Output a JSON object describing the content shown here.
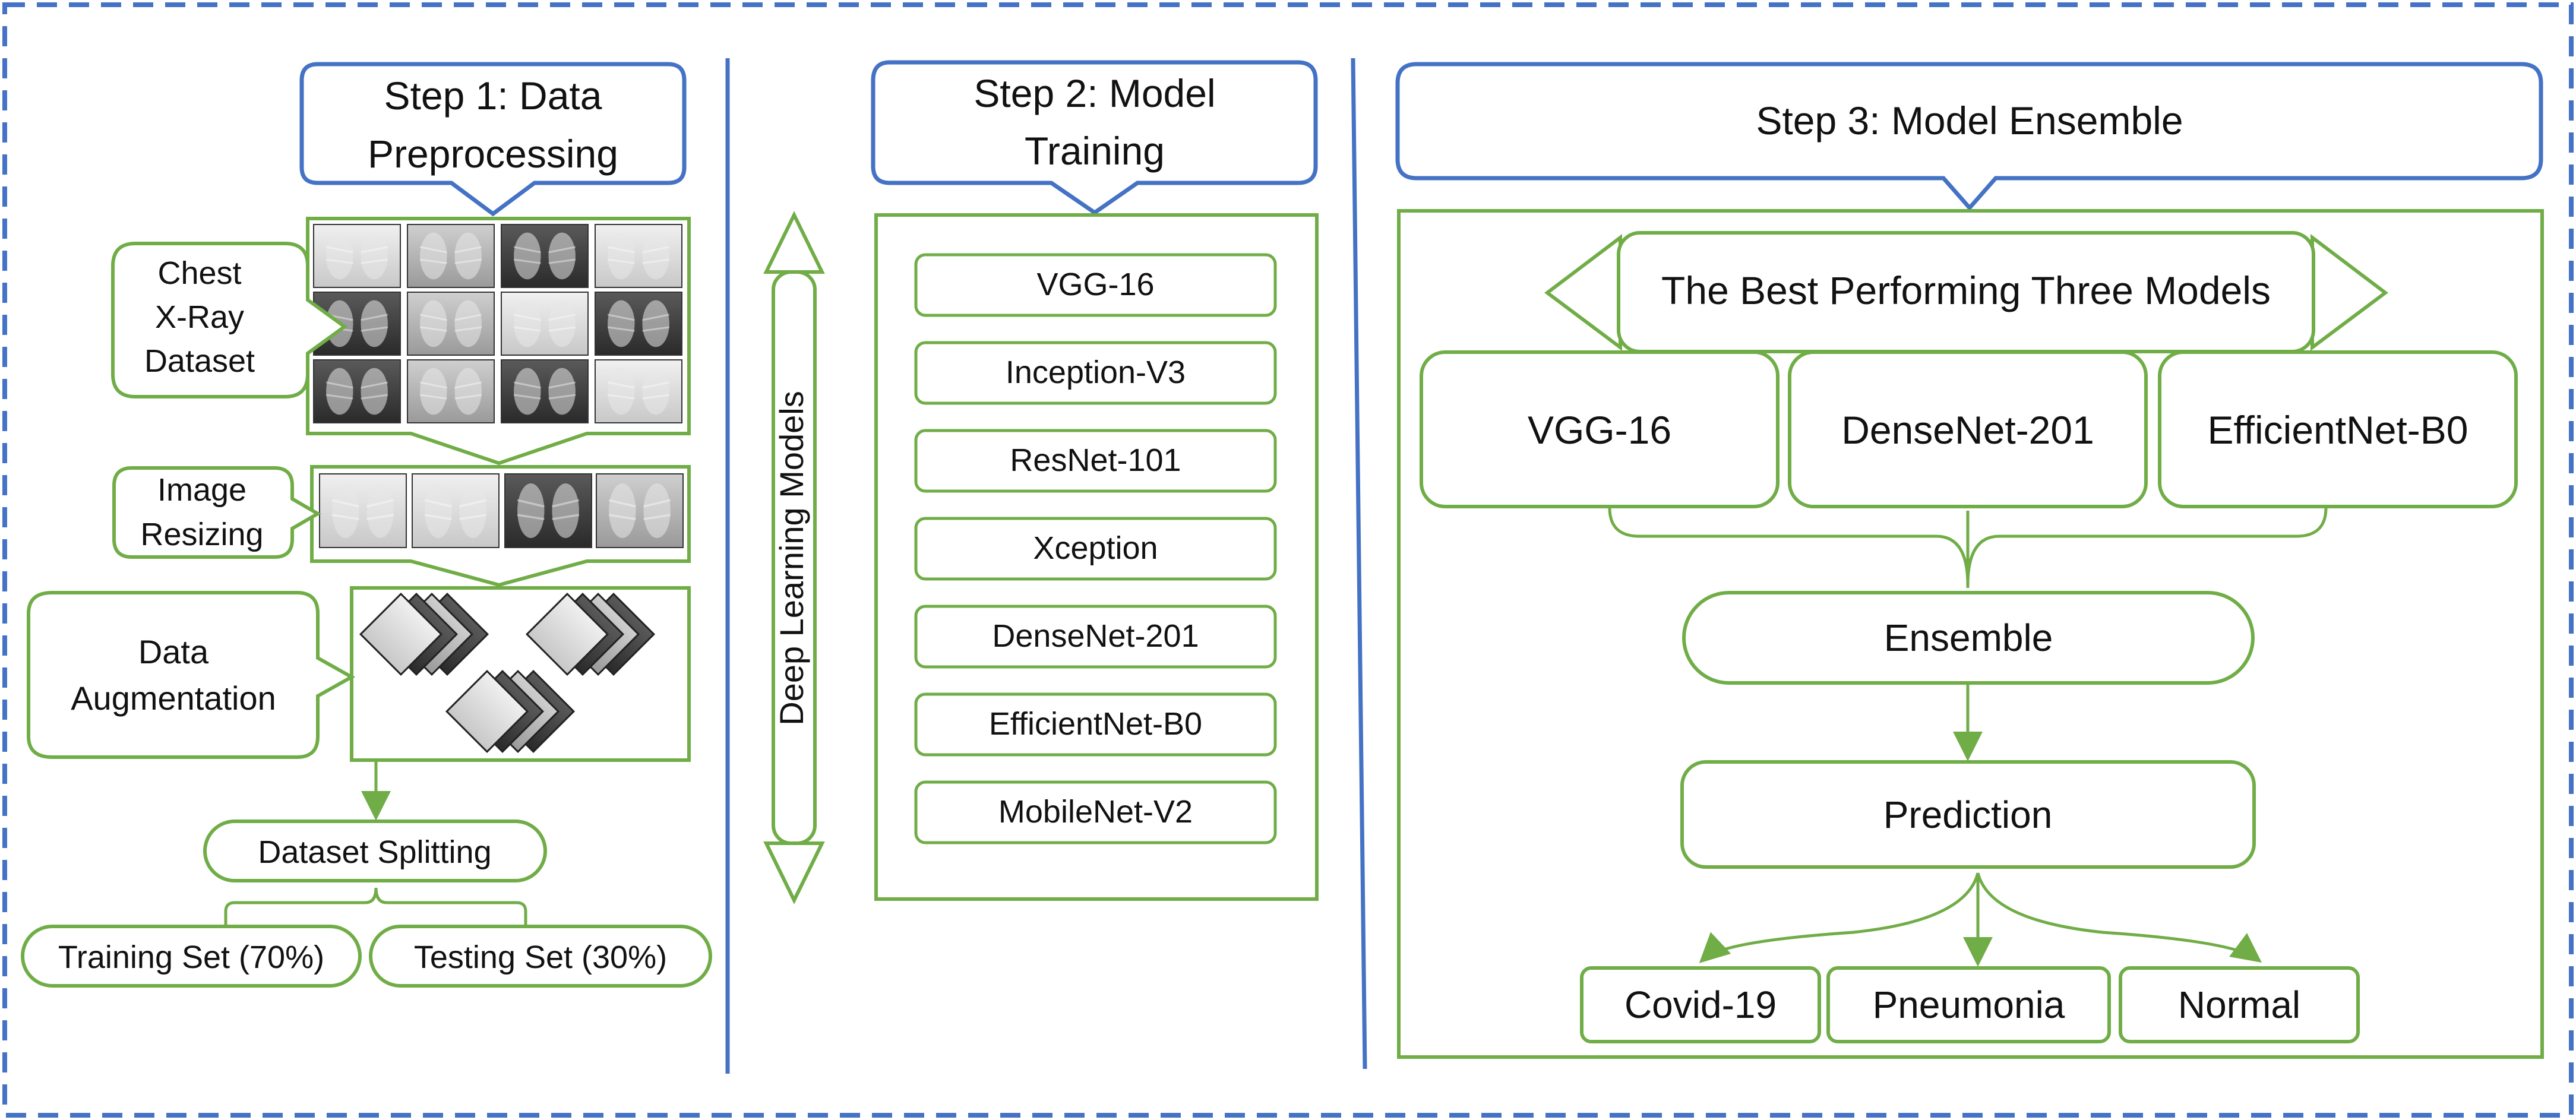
{
  "colors": {
    "blue": "#4472C4",
    "green": "#70AD47",
    "text": "#111111"
  },
  "step1": {
    "title_line1": "Step 1: Data",
    "title_line2": "Preprocessing",
    "chest_line1": "Chest",
    "chest_line2": "X-Ray",
    "chest_line3": "Dataset",
    "resize_line1": "Image",
    "resize_line2": "Resizing",
    "aug_line1": "Data",
    "aug_line2": "Augmentation",
    "splitting": "Dataset Splitting",
    "training": "Training Set (70%)",
    "testing": "Testing Set (30%)"
  },
  "step2": {
    "title_line1": "Step 2: Model",
    "title_line2": "Training",
    "side_label": "Deep Learning Models",
    "models": [
      "VGG-16",
      "Inception-V3",
      "ResNet-101",
      "Xception",
      "DenseNet-201",
      "EfficientNet-B0",
      "MobileNet-V2"
    ]
  },
  "step3": {
    "title": "Step 3: Model Ensemble",
    "best_label": "The Best Performing Three Models",
    "best_models": [
      "VGG-16",
      "DenseNet-201",
      "EfficientNet-B0"
    ],
    "ensemble": "Ensemble",
    "prediction": "Prediction",
    "outcomes": [
      "Covid-19",
      "Pneumonia",
      "Normal"
    ]
  }
}
